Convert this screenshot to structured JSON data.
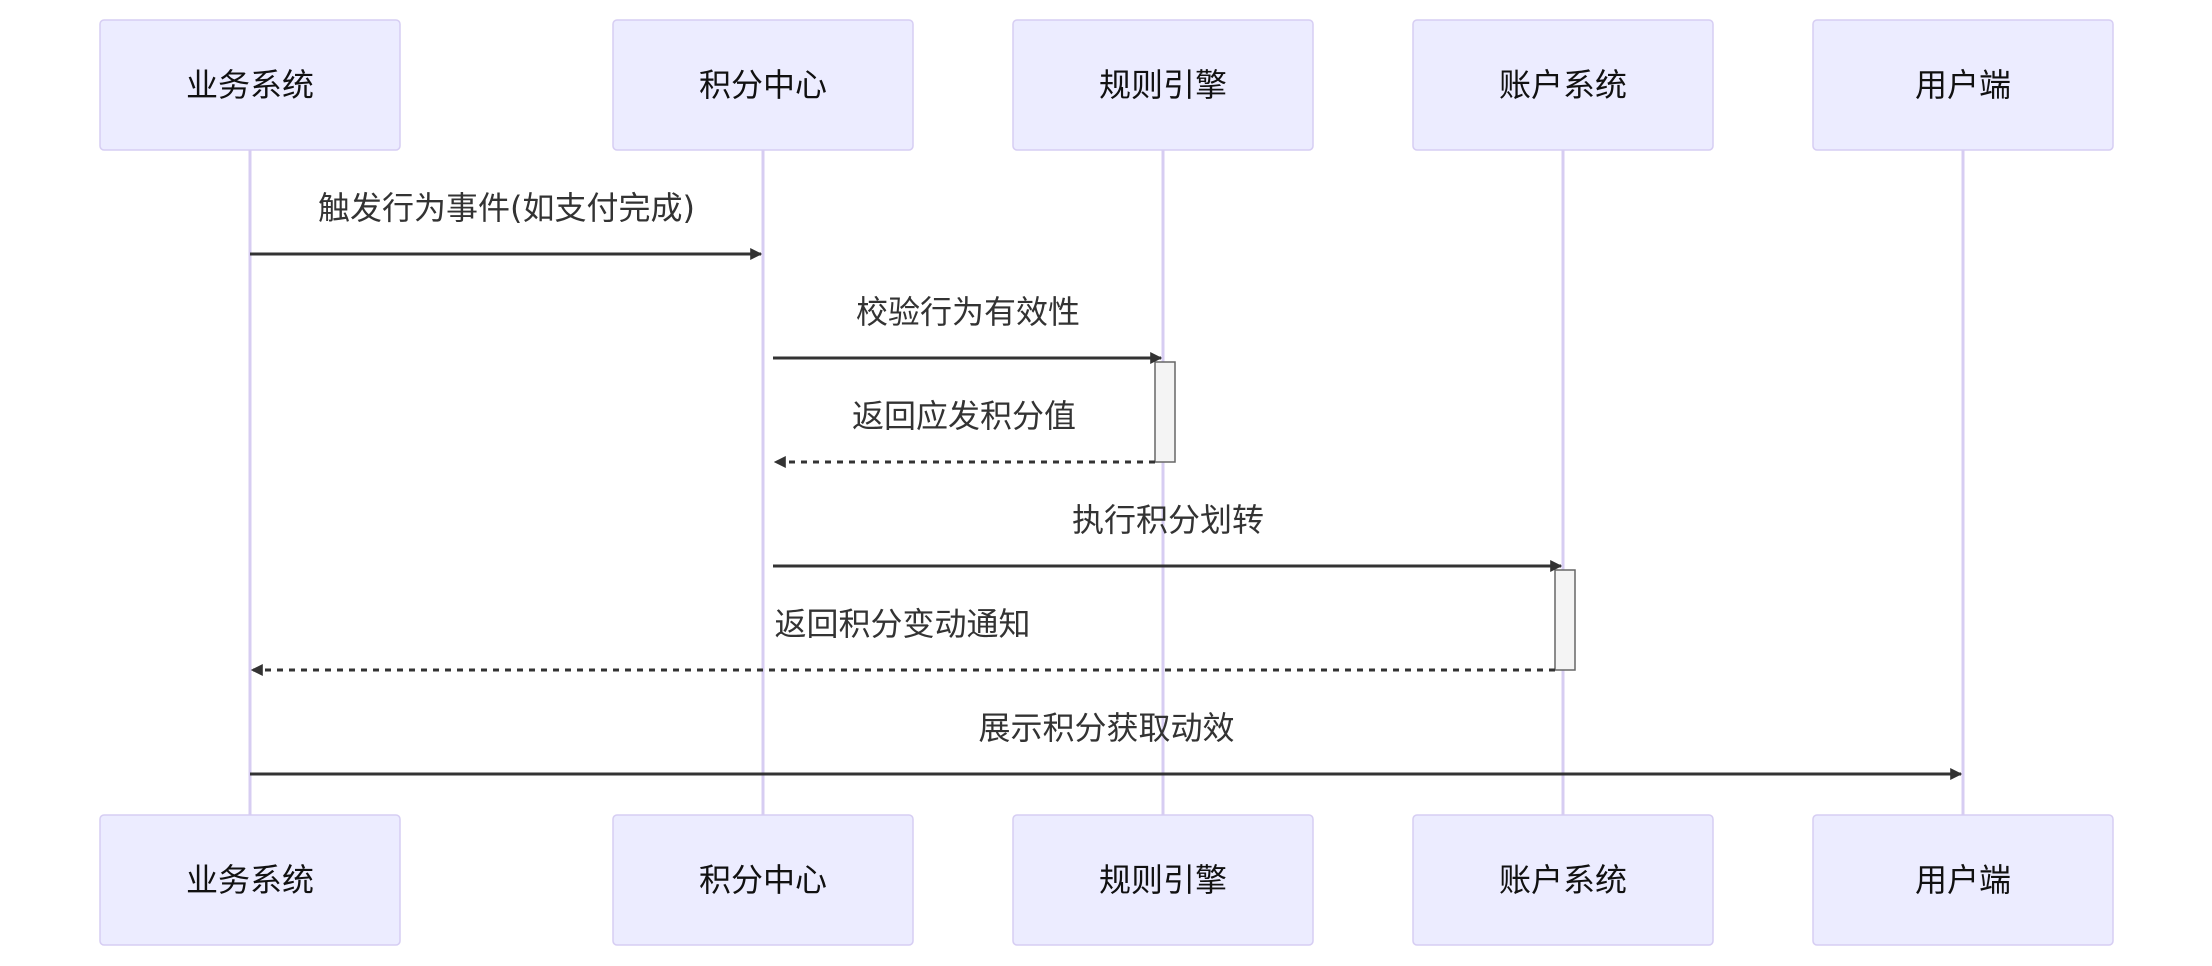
{
  "diagram": {
    "type": "sequence",
    "colors": {
      "actor_fill": "#ececff",
      "actor_stroke": "#d6cdf3",
      "lifeline": "#d7cdf2",
      "message": "#333333",
      "activation_fill": "#f4f4f4"
    },
    "participants": [
      {
        "id": "biz",
        "label": "业务系统"
      },
      {
        "id": "points",
        "label": "积分中心"
      },
      {
        "id": "rules",
        "label": "规则引擎"
      },
      {
        "id": "account",
        "label": "账户系统"
      },
      {
        "id": "client",
        "label": "用户端"
      }
    ],
    "messages": [
      {
        "from": "biz",
        "to": "points",
        "label": "触发行为事件(如支付完成)",
        "style": "solid"
      },
      {
        "from": "points",
        "to": "rules",
        "label": "校验行为有效性",
        "style": "solid"
      },
      {
        "from": "rules",
        "to": "points",
        "label": "返回应发积分值",
        "style": "dotted"
      },
      {
        "from": "points",
        "to": "account",
        "label": "执行积分划转",
        "style": "solid"
      },
      {
        "from": "account",
        "to": "biz",
        "label": "返回积分变动通知",
        "style": "dotted"
      },
      {
        "from": "biz",
        "to": "client",
        "label": "展示积分获取动效",
        "style": "solid"
      }
    ],
    "activations": [
      {
        "participant": "rules",
        "from_message": 1,
        "to_message": 2
      },
      {
        "participant": "account",
        "from_message": 3,
        "to_message": 4
      }
    ]
  }
}
